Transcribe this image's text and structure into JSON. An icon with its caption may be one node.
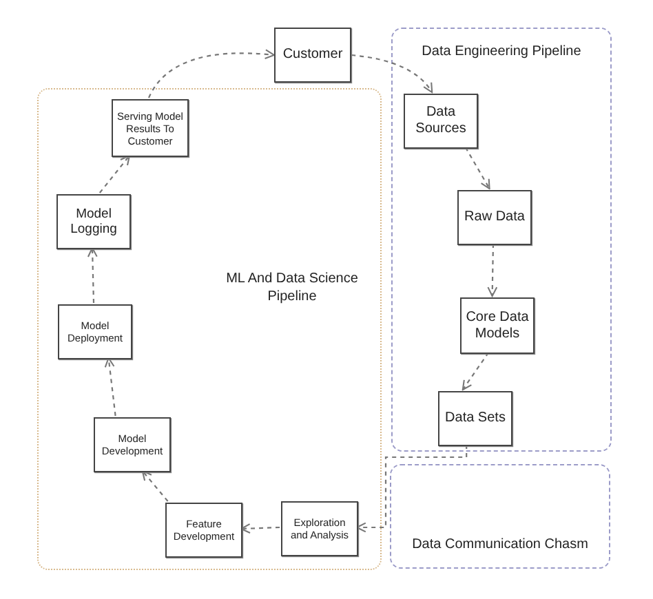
{
  "diagram": {
    "nodes": [
      {
        "text": [
          "Customer"
        ]
      },
      {
        "text": [
          "ML And Data Science Pipeline"
        ]
      },
      {
        "text": [
          "Serving Model Results To Customer"
        ],
        "in": 1
      },
      {
        "text": [
          "Model Logging"
        ],
        "in": 1
      },
      {
        "text": [
          "Model Deployment"
        ],
        "in": 1
      },
      {
        "text": [
          "Model Development"
        ],
        "in": 1
      },
      {
        "text": [
          "Feature Development"
        ],
        "in": 1
      },
      {
        "text": [
          "Exploration and Analysis"
        ],
        "in": 1
      },
      {
        "text": [
          "Data Engineering Pipeline"
        ]
      },
      {
        "text": [
          "Data Sources"
        ],
        "in": 8
      },
      {
        "text": [
          "Raw Data"
        ],
        "in": 8
      },
      {
        "text": [
          "Core Data Models"
        ],
        "in": 8
      },
      {
        "text": [
          "Data Sets"
        ],
        "in": 8
      },
      {
        "text": [
          "Data Communication Chasm"
        ]
      }
    ],
    "edges": [
      {
        "from": 2,
        "to": 0,
        "arrow": "to"
      },
      {
        "from": 0,
        "to": 9,
        "arrow": "to"
      },
      {
        "from": 9,
        "to": 10,
        "arrow": "to"
      },
      {
        "from": 10,
        "to": 11,
        "arrow": "to"
      },
      {
        "from": 11,
        "to": 12,
        "arrow": "to"
      },
      {
        "from": 12,
        "to": 7,
        "arrow": "to"
      },
      {
        "from": 7,
        "to": 6,
        "arrow": "to"
      },
      {
        "from": 6,
        "to": 5,
        "arrow": "to"
      },
      {
        "from": 5,
        "to": 4,
        "arrow": "to"
      },
      {
        "from": 4,
        "to": 3,
        "arrow": "to"
      },
      {
        "from": 3,
        "to": 2,
        "arrow": "to"
      }
    ]
  }
}
